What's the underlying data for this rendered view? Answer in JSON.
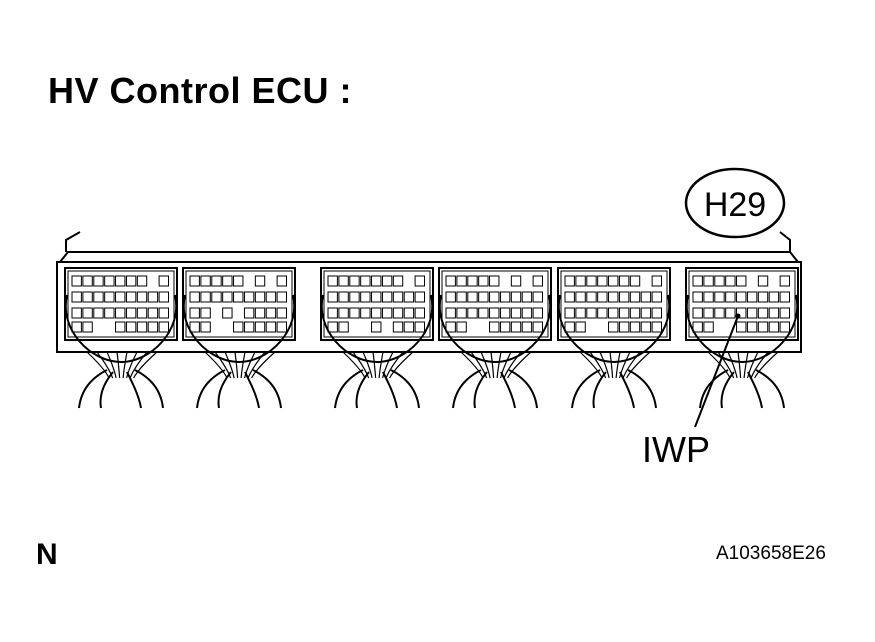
{
  "title": "HV Control ECU :",
  "connector_id": "H29",
  "terminal_label": "IWP",
  "corner_label": "N",
  "figure_code": "A103658E26",
  "colors": {
    "line": "#000000",
    "background": "#ffffff"
  }
}
